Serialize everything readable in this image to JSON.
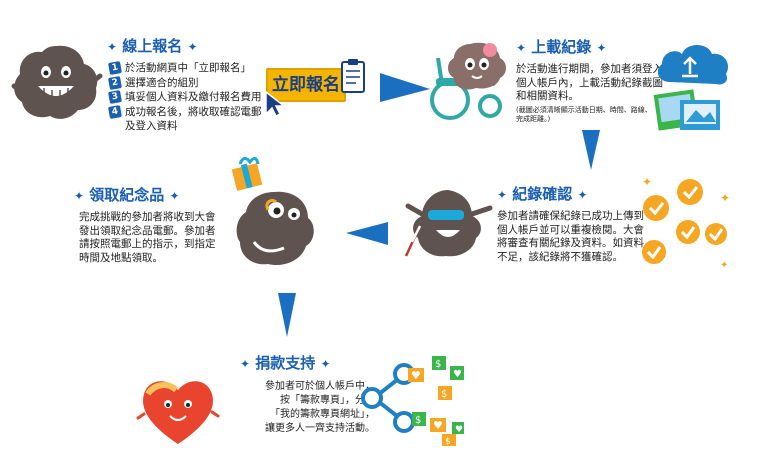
{
  "sections": {
    "register": {
      "title": "線上報名",
      "steps": [
        {
          "num": "1",
          "text": "於活動網頁中「立即報名」"
        },
        {
          "num": "2",
          "text": "選擇適合的組別"
        },
        {
          "num": "3",
          "text": "填妥個人資料及繳付報名費用"
        },
        {
          "num": "4",
          "text": "成功報名後，將收取確認電郵"
        },
        {
          "num": "",
          "text": "及登入資料"
        }
      ],
      "button_label": "立即報名"
    },
    "upload": {
      "title": "上載紀錄",
      "lines": [
        "於活動進行期間，參加者須登入",
        "個人帳戶內，上載活動紀錄截圖",
        "和相關資料。"
      ],
      "note_lines": [
        "(截圖必須清晰顯示活動日期、時間、路線、",
        "完成距離。)"
      ]
    },
    "confirm": {
      "title": "紀錄確認",
      "lines": [
        "參加者請確保紀錄已成功上傳到",
        "個人帳戶並可以重複檢閱。大會",
        "將審查有關紀錄及資料。如資料",
        "不足，該紀錄將不獲確認。"
      ]
    },
    "souvenir": {
      "title": "領取紀念品",
      "lines": [
        "完成挑戰的參加者將收到大會",
        "發出領取紀念品電郵。參加者",
        "請按照電郵上的指示，到指定",
        "時間及地點領取。"
      ]
    },
    "donate": {
      "title": "捐款支持",
      "lines": [
        "參加者可於個人帳戶中，",
        "按「籌款專頁」，分享",
        "「我的籌款專頁網址」，",
        "讓更多人一齊支持活動。"
      ]
    }
  },
  "colors": {
    "accent": "#1a5fb0",
    "arrow": "#1a6fc0",
    "button": "#f4b400",
    "check": "#f5a623",
    "green": "#39b54a",
    "heart": "#e8442e"
  }
}
